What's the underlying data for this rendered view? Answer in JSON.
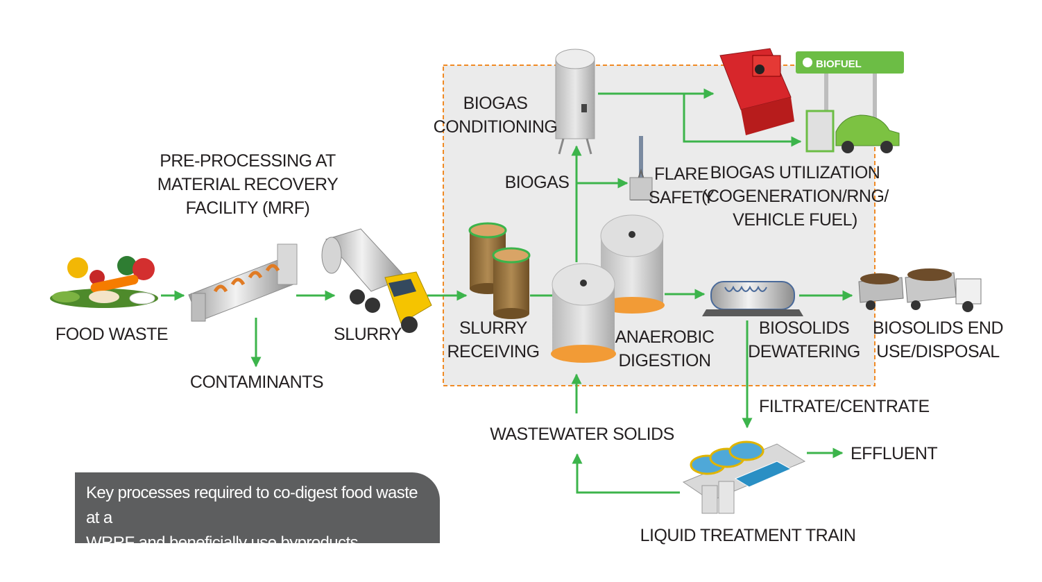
{
  "colors": {
    "arrow": "#3cb44b",
    "dashed_box": "#f08a24",
    "box_fill": "#ebebeb",
    "caption_bg": "#5d5e5f",
    "biofuel_sign": "#6cbd45",
    "text": "#231f20"
  },
  "icons": {
    "food_waste": "vegetables-icon",
    "mrf": "screw-separator-icon",
    "slurry": "tanker-truck-icon",
    "slurry_receiving": "storage-tanks-icon",
    "digestion": "digester-tanks-icon",
    "conditioning": "gas-conditioning-tower-icon",
    "flare": "flare-stack-icon",
    "utilization": "cogeneration-engine-icon",
    "biofuel": "fuel-station-car-icon",
    "dewatering": "screw-press-icon",
    "end_use": "dump-trucks-icon",
    "liquid_treatment": "treatment-plant-icon"
  },
  "biofuel_sign": "BIOFUEL",
  "labels": {
    "food_waste": [
      "FOOD WASTE"
    ],
    "preprocessing": [
      "PRE-PROCESSING AT",
      "MATERIAL RECOVERY",
      "FACILITY (MRF)"
    ],
    "contaminants": [
      "CONTAMINANTS"
    ],
    "slurry": [
      "SLURRY"
    ],
    "slurry_receiving": [
      "SLURRY",
      "RECEIVING"
    ],
    "anaerobic_digestion": [
      "ANAEROBIC",
      "DIGESTION"
    ],
    "biogas_conditioning": [
      "BIOGAS",
      "CONDITIONING"
    ],
    "biogas": [
      "BIOGAS"
    ],
    "flare_safety": [
      "FLARE",
      "SAFETY"
    ],
    "biogas_utilization": [
      "BIOGAS UTILIZATION",
      "(COGENERATION/RNG/",
      "VEHICLE FUEL)"
    ],
    "biosolids_dewatering": [
      "BIOSOLIDS",
      "DEWATERING"
    ],
    "biosolids_end_use": [
      "BIOSOLIDS END",
      "USE/DISPOSAL"
    ],
    "filtrate": [
      "FILTRATE/CENTRATE"
    ],
    "wastewater_solids": [
      "WASTEWATER SOLIDS"
    ],
    "effluent": [
      "EFFLUENT"
    ],
    "liquid_treatment": [
      "LIQUID TREATMENT TRAIN"
    ]
  },
  "caption": [
    "Key processes required to co-digest food waste at a",
    "WRRF and beneficially use byproducts."
  ]
}
